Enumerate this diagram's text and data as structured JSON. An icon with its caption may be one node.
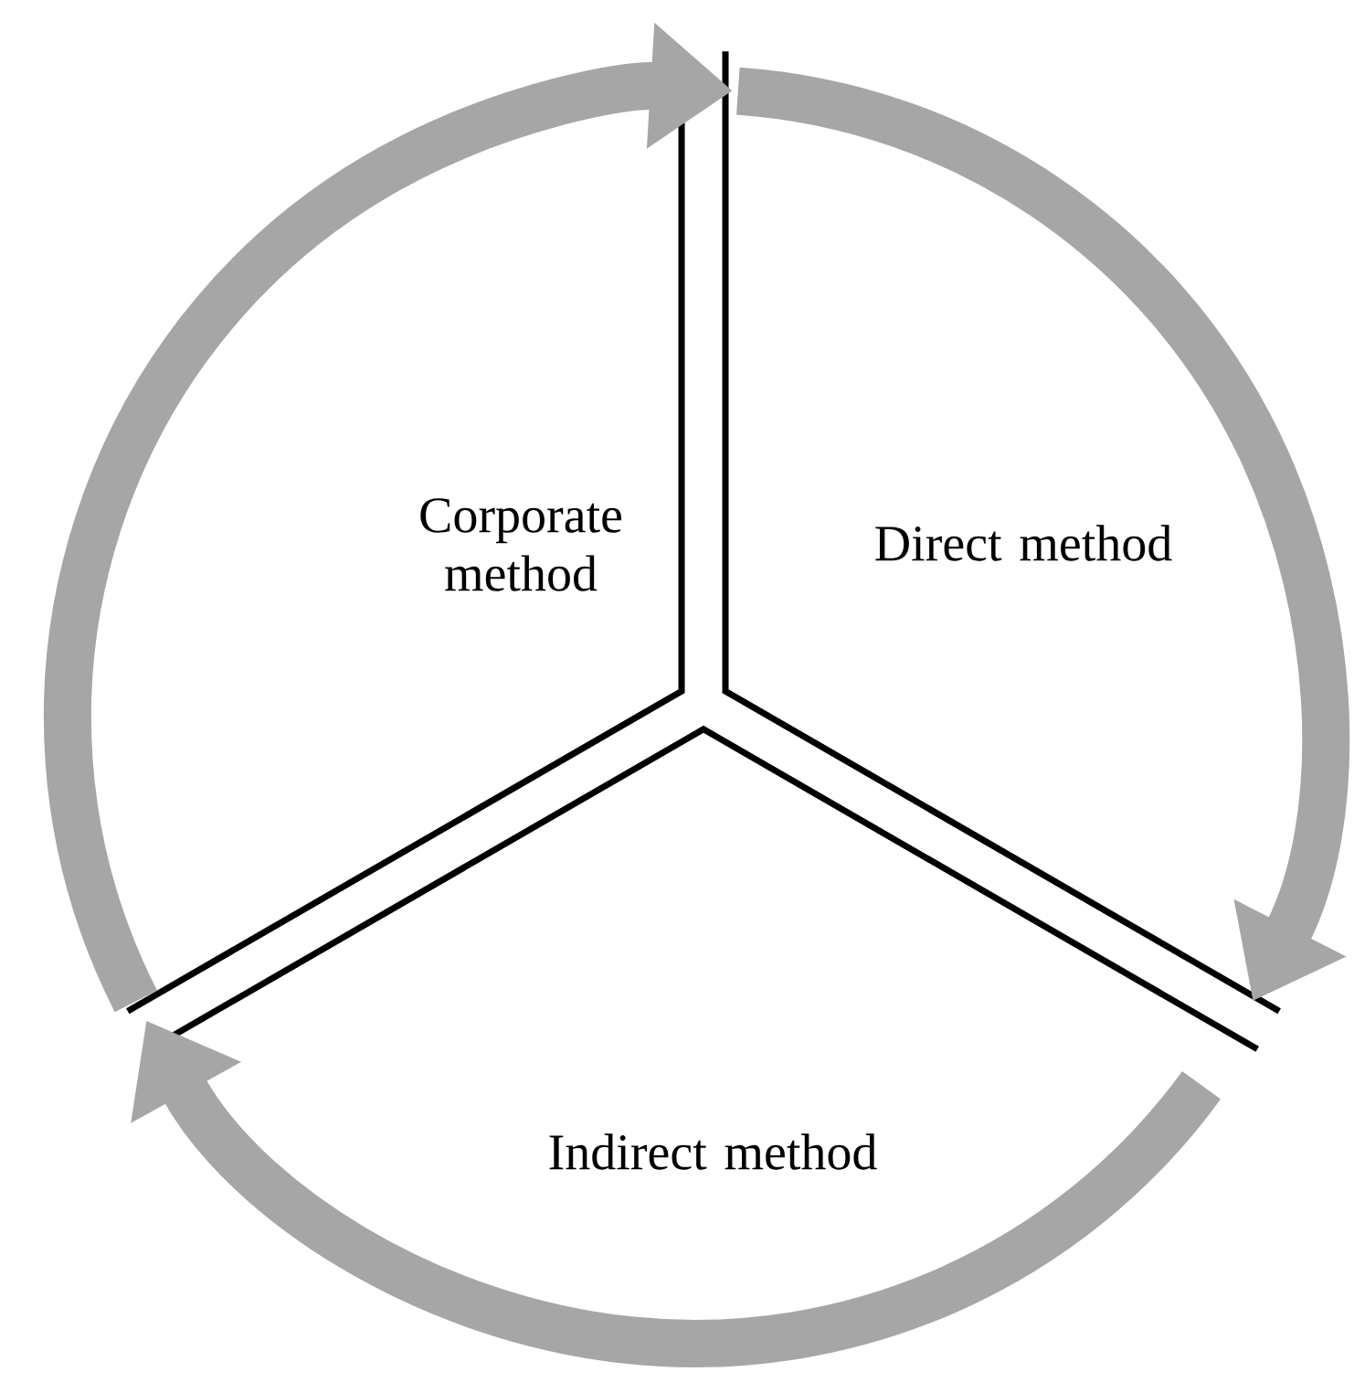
{
  "diagram": {
    "nodes": [
      {
        "text": [
          "Corporate method"
        ]
      },
      {
        "text": [
          "Direct method"
        ]
      },
      {
        "text": [
          "Indirect method"
        ]
      }
    ],
    "edges": [
      {
        "from": 0,
        "to": 1,
        "arrow": "to"
      },
      {
        "from": 1,
        "to": 2,
        "arrow": "to"
      },
      {
        "from": 2,
        "to": 0,
        "arrow": "to"
      }
    ]
  }
}
